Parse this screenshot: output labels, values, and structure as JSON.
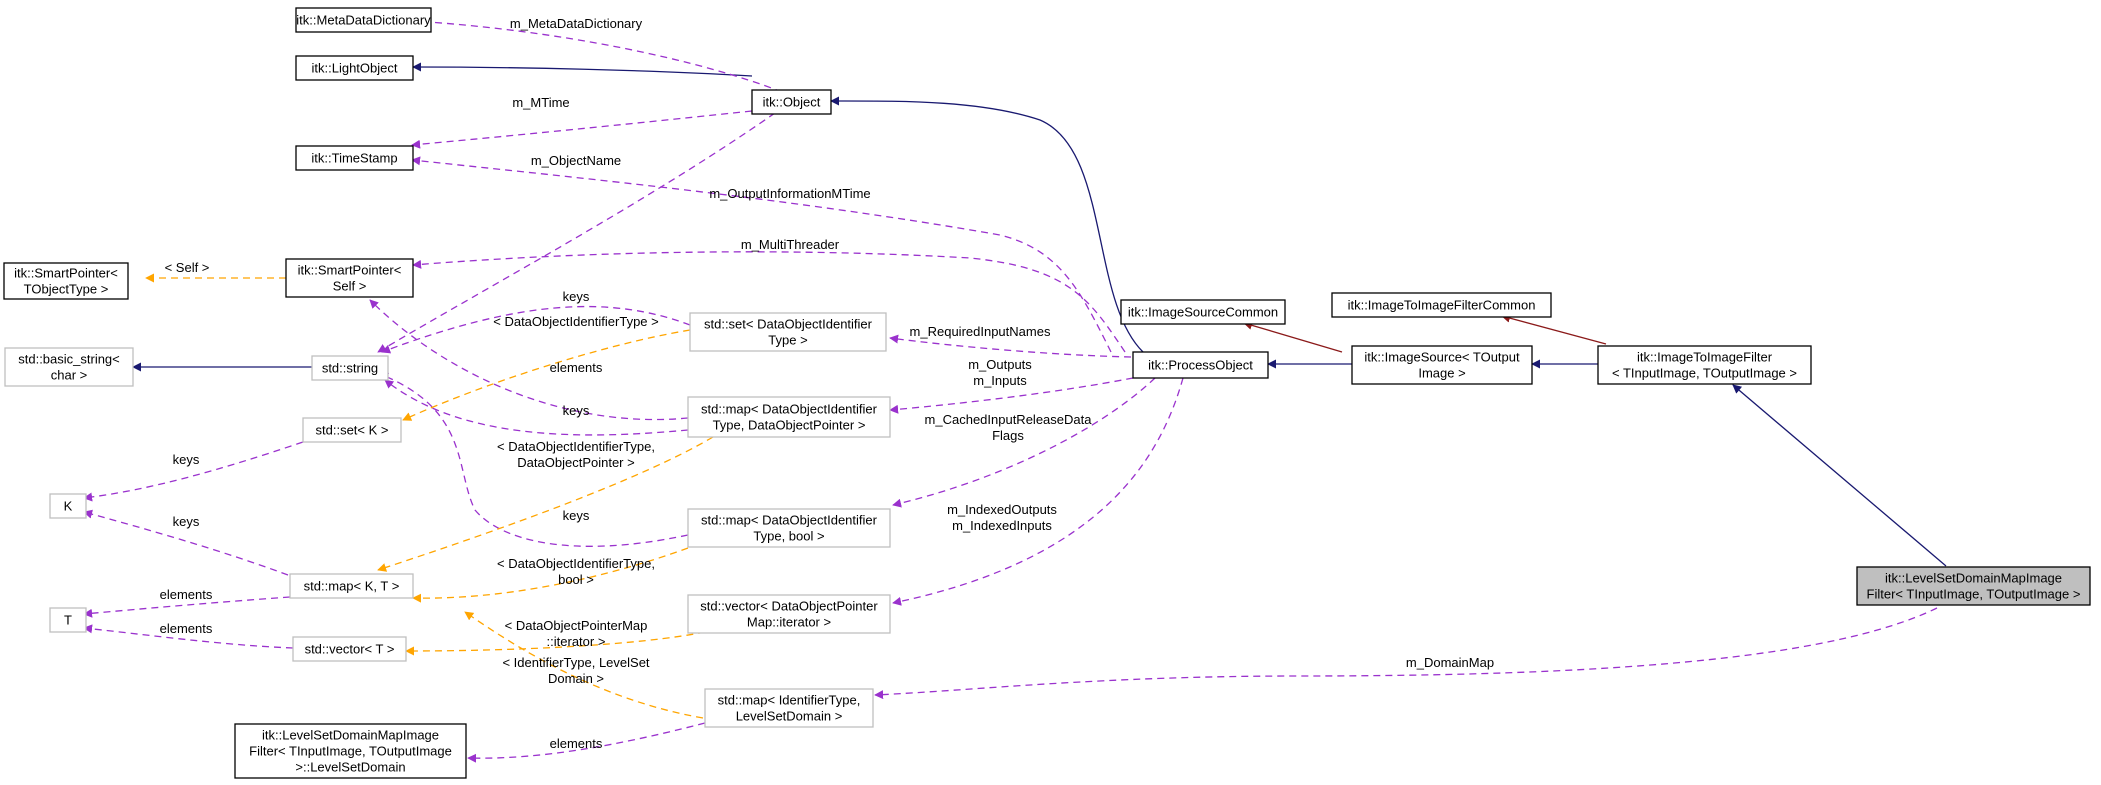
{
  "colors": {
    "inherit": "#191970",
    "template": "#8b1a1a",
    "usage": "#9a32cd",
    "instantiation": "#ffa500",
    "border_documented": "#000000",
    "border_undocumented": "#bfbfbf",
    "highlight_fill": "#bfbfbf"
  },
  "nodes": {
    "metadatadict": [
      "itk::MetaDataDictionary"
    ],
    "lightobject": [
      "itk::LightObject"
    ],
    "object": [
      "itk::Object"
    ],
    "timestamp": [
      "itk::TimeStamp"
    ],
    "smartptr_tobj": [
      "itk::SmartPointer<",
      "TObjectType >"
    ],
    "smartptr_self": [
      "itk::SmartPointer<",
      "Self >"
    ],
    "basic_string": [
      "std::basic_string<",
      "char >"
    ],
    "string": [
      "std::string"
    ],
    "set_k": [
      "std::set< K >"
    ],
    "k": [
      "K"
    ],
    "map_kt": [
      "std::map< K, T >"
    ],
    "t": [
      "T"
    ],
    "vector_t": [
      "std::vector< T >"
    ],
    "levelset_domain": [
      "itk::LevelSetDomainMapImage",
      "Filter< TInputImage, TOutputImage",
      ">::LevelSetDomain"
    ],
    "set_doit": [
      "std::set< DataObjectIdentifier",
      "Type >"
    ],
    "map_doit_dop": [
      "std::map< DataObjectIdentifier",
      "Type, DataObjectPointer >"
    ],
    "map_doit_bool": [
      "std::map< DataObjectIdentifier",
      "Type, bool >"
    ],
    "vector_dopmap": [
      "std::vector< DataObjectPointer",
      "Map::iterator >"
    ],
    "map_idtype": [
      "std::map< IdentifierType,",
      "LevelSetDomain >"
    ],
    "isc": [
      "itk::ImageSourceCommon"
    ],
    "processobject": [
      "itk::ProcessObject"
    ],
    "imagesource": [
      "itk::ImageSource< TOutput",
      "Image >"
    ],
    "itif_common": [
      "itk::ImageToImageFilterCommon"
    ],
    "itif": [
      "itk::ImageToImageFilter",
      "< TInputImage, TOutputImage >"
    ],
    "lsdmif": [
      "itk::LevelSetDomainMapImage",
      "Filter< TInputImage, TOutputImage >"
    ]
  },
  "edge_labels": {
    "m_metadatadictionary": [
      "m_MetaDataDictionary"
    ],
    "m_mtime": [
      "m_MTime"
    ],
    "m_objectname": [
      "m_ObjectName"
    ],
    "m_outputinformationmtime": [
      "m_OutputInformationMTime"
    ],
    "m_multithreader": [
      "m_MultiThreader"
    ],
    "self": [
      "< Self >"
    ],
    "keys_set_doit": [
      "keys"
    ],
    "doit_type": [
      "< DataObjectIdentifierType >"
    ],
    "elements_map_doit": [
      "elements"
    ],
    "keys_map_doit_dop": [
      "keys"
    ],
    "keys_set_k": [
      "keys"
    ],
    "keys_map_kt": [
      "keys"
    ],
    "doit_dop": [
      "< DataObjectIdentifierType,",
      "DataObjectPointer >"
    ],
    "keys_map_doit_bool": [
      "keys"
    ],
    "doit_bool": [
      "< DataObjectIdentifierType,",
      "bool >"
    ],
    "elements_map_kt": [
      "elements"
    ],
    "elements_vector_t": [
      "elements"
    ],
    "dopmap_iter": [
      "< DataObjectPointerMap",
      "::iterator >"
    ],
    "idtype_lsd": [
      "< IdentifierType, LevelSet",
      "Domain >"
    ],
    "elements_map_idtype": [
      "elements"
    ],
    "m_requiredinputnames": [
      "m_RequiredInputNames"
    ],
    "m_outputs_inputs": [
      "m_Outputs",
      "m_Inputs"
    ],
    "m_cachedinputreleasedataflags": [
      "m_CachedInputReleaseData",
      "Flags"
    ],
    "m_indexedoutputs_inputs": [
      "m_IndexedOutputs",
      "m_IndexedInputs"
    ],
    "m_domainmap": [
      "m_DomainMap"
    ]
  }
}
